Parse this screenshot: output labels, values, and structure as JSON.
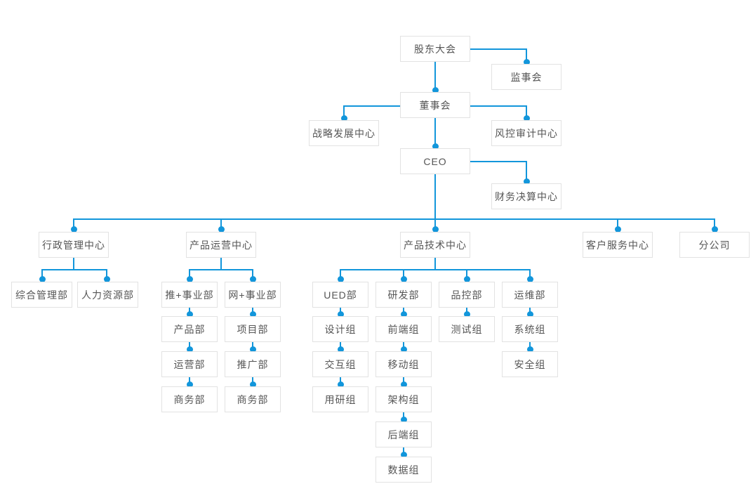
{
  "diagram": {
    "type": "organization-chart",
    "language": "zh-CN",
    "accent_color": "#1296db",
    "box_border_color": "#e2e2e2",
    "text_color": "#555555",
    "background_color": "#ffffff",
    "nodes": [
      {
        "id": "shareholders-meeting",
        "label": "股东大会"
      },
      {
        "id": "supervisory-board",
        "label": "监事会"
      },
      {
        "id": "board-of-directors",
        "label": "董事会"
      },
      {
        "id": "strategy-development-center",
        "label": "战略发展中心"
      },
      {
        "id": "risk-audit-center",
        "label": "风控审计中心"
      },
      {
        "id": "ceo",
        "label": "CEO"
      },
      {
        "id": "finance-settlement-center",
        "label": "财务决算中心"
      },
      {
        "id": "admin-management-center",
        "label": "行政管理中心"
      },
      {
        "id": "product-operations-center",
        "label": "产品运营中心"
      },
      {
        "id": "product-technology-center",
        "label": "产品技术中心"
      },
      {
        "id": "customer-service-center",
        "label": "客户服务中心"
      },
      {
        "id": "branch-company",
        "label": "分公司"
      },
      {
        "id": "general-management-dept",
        "label": "综合管理部"
      },
      {
        "id": "human-resources-dept",
        "label": "人力资源部"
      },
      {
        "id": "tui-business-dept",
        "label": "推+事业部"
      },
      {
        "id": "wang-business-dept",
        "label": "网+事业部"
      },
      {
        "id": "product-dept",
        "label": "产品部"
      },
      {
        "id": "project-dept",
        "label": "项目部"
      },
      {
        "id": "operations-dept",
        "label": "运营部"
      },
      {
        "id": "promotion-dept",
        "label": "推广部"
      },
      {
        "id": "business-dept-1",
        "label": "商务部"
      },
      {
        "id": "business-dept-2",
        "label": "商务部"
      },
      {
        "id": "ued-dept",
        "label": "UED部"
      },
      {
        "id": "rd-dept",
        "label": "研发部"
      },
      {
        "id": "quality-control-dept",
        "label": "品控部"
      },
      {
        "id": "operations-maintenance-dept",
        "label": "运维部"
      },
      {
        "id": "design-group",
        "label": "设计组"
      },
      {
        "id": "frontend-group",
        "label": "前端组"
      },
      {
        "id": "testing-group",
        "label": "测试组"
      },
      {
        "id": "system-group",
        "label": "系统组"
      },
      {
        "id": "interaction-group",
        "label": "交互组"
      },
      {
        "id": "mobile-group",
        "label": "移动组"
      },
      {
        "id": "security-group",
        "label": "安全组"
      },
      {
        "id": "user-research-group",
        "label": "用研组"
      },
      {
        "id": "architecture-group",
        "label": "架构组"
      },
      {
        "id": "backend-group",
        "label": "后端组"
      },
      {
        "id": "data-group",
        "label": "数据组"
      }
    ],
    "edges": [
      [
        "shareholders-meeting",
        "supervisory-board"
      ],
      [
        "shareholders-meeting",
        "board-of-directors"
      ],
      [
        "board-of-directors",
        "strategy-development-center"
      ],
      [
        "board-of-directors",
        "risk-audit-center"
      ],
      [
        "board-of-directors",
        "ceo"
      ],
      [
        "ceo",
        "finance-settlement-center"
      ],
      [
        "ceo",
        "admin-management-center"
      ],
      [
        "ceo",
        "product-operations-center"
      ],
      [
        "ceo",
        "product-technology-center"
      ],
      [
        "ceo",
        "customer-service-center"
      ],
      [
        "ceo",
        "branch-company"
      ],
      [
        "admin-management-center",
        "general-management-dept"
      ],
      [
        "admin-management-center",
        "human-resources-dept"
      ],
      [
        "product-operations-center",
        "tui-business-dept"
      ],
      [
        "product-operations-center",
        "wang-business-dept"
      ],
      [
        "tui-business-dept",
        "product-dept"
      ],
      [
        "product-dept",
        "operations-dept"
      ],
      [
        "operations-dept",
        "business-dept-1"
      ],
      [
        "wang-business-dept",
        "project-dept"
      ],
      [
        "project-dept",
        "promotion-dept"
      ],
      [
        "promotion-dept",
        "business-dept-2"
      ],
      [
        "product-technology-center",
        "ued-dept"
      ],
      [
        "product-technology-center",
        "rd-dept"
      ],
      [
        "product-technology-center",
        "quality-control-dept"
      ],
      [
        "product-technology-center",
        "operations-maintenance-dept"
      ],
      [
        "ued-dept",
        "design-group"
      ],
      [
        "design-group",
        "interaction-group"
      ],
      [
        "interaction-group",
        "user-research-group"
      ],
      [
        "rd-dept",
        "frontend-group"
      ],
      [
        "frontend-group",
        "mobile-group"
      ],
      [
        "mobile-group",
        "architecture-group"
      ],
      [
        "architecture-group",
        "backend-group"
      ],
      [
        "backend-group",
        "data-group"
      ],
      [
        "quality-control-dept",
        "testing-group"
      ],
      [
        "operations-maintenance-dept",
        "system-group"
      ],
      [
        "system-group",
        "security-group"
      ]
    ]
  }
}
